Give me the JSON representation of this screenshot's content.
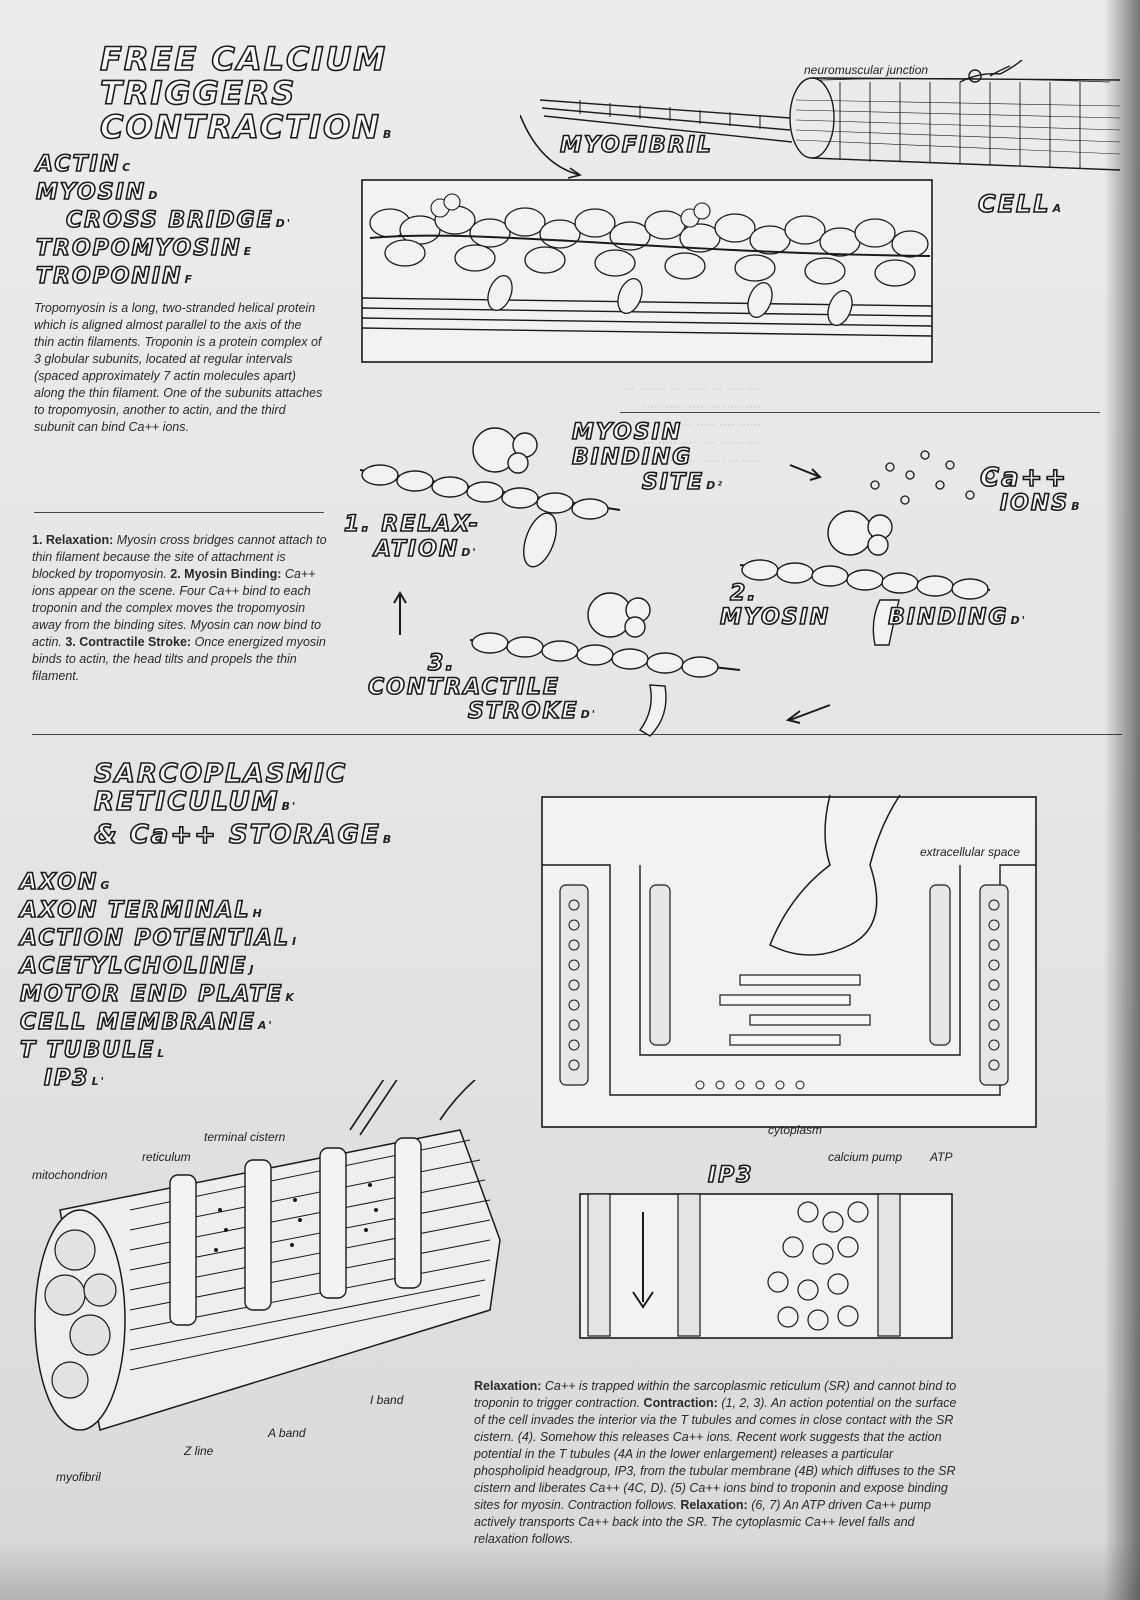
{
  "titles": {
    "main": [
      "FREE CALCIUM",
      "TRIGGERS",
      "CONTRACTION"
    ],
    "main_sub": "B",
    "myofibril": "MYOFIBRIL",
    "cell": "CELL",
    "cell_sub": "A",
    "neuromuscular_junction": "neuromuscular junction"
  },
  "list1": [
    {
      "label": "ACTIN",
      "sub": "C"
    },
    {
      "label": "MYOSIN",
      "sub": "D"
    },
    {
      "label": "CROSS BRIDGE",
      "sub": "D'"
    },
    {
      "label": "TROPOMYOSIN",
      "sub": "E"
    },
    {
      "label": "TROPONIN",
      "sub": "F"
    }
  ],
  "para_troponin": "Tropomyosin is a long, two-stranded helical protein which is aligned almost parallel to the axis of the thin actin filaments. Troponin is a protein complex of 3 globular subunits, located at regular intervals (spaced approximately 7 actin molecules apart) along the thin filament. One of the subunits attaches to tropomyosin, another to actin, and the third subunit can bind Ca++ ions.",
  "steps_para": {
    "t1": "1. Relaxation:",
    "b1": " Myosin cross bridges cannot attach to thin filament because the site of attachment is blocked by tropomyosin. ",
    "t2": "2. Myosin Binding:",
    "b2": " Ca++ ions appear on the scene. Four Ca++ bind to each troponin and the complex moves the tropomyosin away from the binding sites. Myosin can now bind to actin. ",
    "t3": "3. Contractile Stroke:",
    "b3": " Once energized myosin binds to actin, the head tilts and propels the thin filament."
  },
  "cycle": {
    "binding_site": [
      "MYOSIN",
      "BINDING",
      "SITE"
    ],
    "binding_site_sub": "D²",
    "ions": [
      "Ca++",
      "IONS"
    ],
    "ions_sub": "B",
    "relaxation": [
      "1. RELAX-",
      "ATION"
    ],
    "relaxation_sub": "D'",
    "myosin_binding": [
      "2.",
      "MYOSIN",
      "BINDING"
    ],
    "myosin_binding_sub": "D'",
    "contractile": [
      "3.",
      "CONTRACTILE",
      "STROKE"
    ],
    "contractile_sub": "D'"
  },
  "sr_title": [
    "SARCOPLASMIC",
    "RETICULUM",
    "& Ca++ STORAGE"
  ],
  "sr_title_subs": [
    "",
    "B'",
    "B"
  ],
  "list2": [
    {
      "label": "AXON",
      "sub": "G"
    },
    {
      "label": "AXON TERMINAL",
      "sub": "H"
    },
    {
      "label": "ACTION POTENTIAL",
      "sub": "I"
    },
    {
      "label": "ACETYLCHOLINE",
      "sub": "J"
    },
    {
      "label": "MOTOR END PLATE",
      "sub": "K"
    },
    {
      "label": "CELL MEMBRANE",
      "sub": "A'"
    },
    {
      "label": "T TUBULE",
      "sub": "L"
    },
    {
      "label": "IP3",
      "sub": "L'"
    }
  ],
  "fiber_labels": {
    "terminal_cistern": "terminal cistern",
    "reticulum": "reticulum",
    "mitochondrion": "mitochondrion",
    "i_band": "I band",
    "a_band": "A band",
    "z_line": "Z line",
    "myofibril": "myofibril"
  },
  "detail_labels": {
    "extracellular_space": "extracellular space",
    "cytoplasm": "cytoplasm",
    "calcium_pump": "calcium pump",
    "atp": "ATP",
    "ip3": "IP3"
  },
  "bottom_para": {
    "t1": "Relaxation:",
    "b1": " Ca++ is trapped within the sarcoplasmic reticulum (SR) and cannot bind to troponin to trigger contraction. ",
    "t2": "Contraction:",
    "b2": " (1, 2, 3). An action potential on the surface of the cell invades the interior via the T tubules and comes in close contact with the SR cistern. (4). Somehow this releases Ca++ ions. Recent work suggests that the action potential in the T tubules (4A in the lower enlargement) releases a particular phospholipid headgroup, IP3, from the tubular membrane (4B) which diffuses to the SR cistern and liberates Ca++ (4C, D). (5) Ca++ ions bind to troponin and expose binding sites for myosin. Contraction follows. ",
    "t3": "Relaxation:",
    "b3": " (6, 7) An ATP driven Ca++ pump actively transports Ca++ back into the SR. The cytoplasmic Ca++ level falls and relaxation follows."
  },
  "colors": {
    "ink": "#1a1a1a",
    "paper": "#e8e8e6"
  }
}
